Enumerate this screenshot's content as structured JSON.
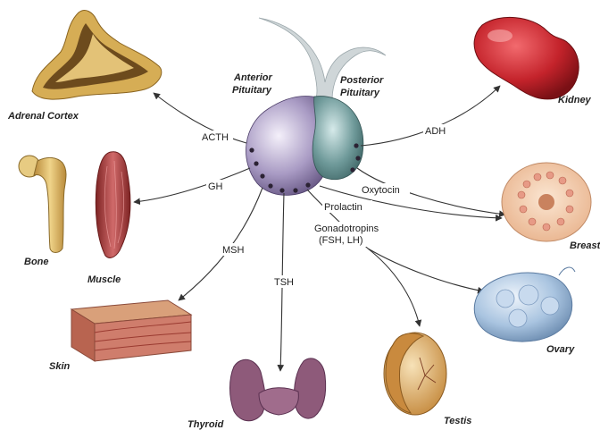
{
  "pituitary": {
    "anterior_line1": "Anterior",
    "anterior_line2": "Pituitary",
    "posterior_line1": "Posterior",
    "posterior_line2": "Pituitary"
  },
  "hormones": {
    "acth": "ACTH",
    "gh": "GH",
    "msh": "MSH",
    "tsh": "TSH",
    "gonadotropins_line1": "Gonadotropins",
    "gonadotropins_line2": "(FSH, LH)",
    "prolactin": "Prolactin",
    "oxytocin": "Oxytocin",
    "adh": "ADH"
  },
  "organs": {
    "adrenal_cortex": "Adrenal Cortex",
    "bone": "Bone",
    "muscle": "Muscle",
    "skin": "Skin",
    "thyroid": "Thyroid",
    "testis": "Testis",
    "ovary": "Ovary",
    "breast": "Breast",
    "kidney": "Kidney"
  },
  "colors": {
    "anterior": "#9b8fb3",
    "posterior": "#6f9a9a",
    "kidney": "#c4232b",
    "adrenal": "#c8a04a",
    "bone": "#d9b56a",
    "muscle": "#b44848",
    "skin": "#c9847a",
    "thyroid": "#8e5a7a",
    "testis": "#d8a860",
    "ovary": "#a9c4e0",
    "breast": "#f0c8a8"
  }
}
